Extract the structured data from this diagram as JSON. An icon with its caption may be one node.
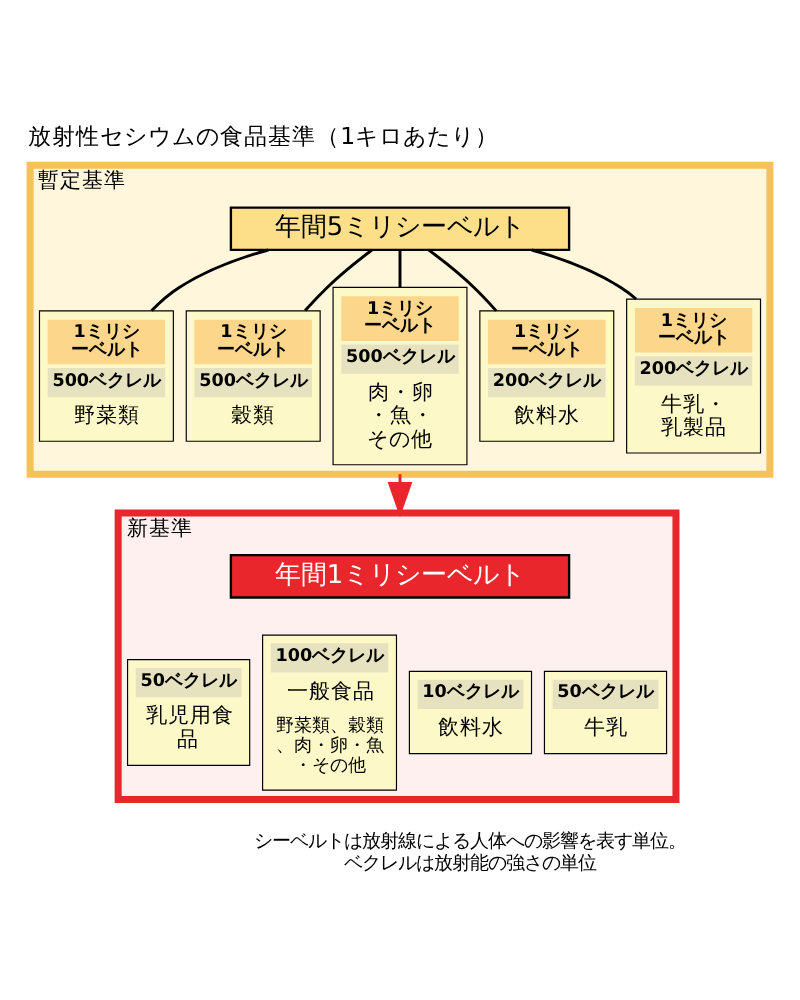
{
  "diagram": {
    "title": "放射性セシウムの食品基準（1キロあたり）",
    "caption": "シーベルトは放射線による人体への影響を表す単位。ベクレルは放射能の強さの単位",
    "nodes": [
      {
        "text": [
          "暫定基準"
        ]
      },
      {
        "text": [
          "年間5ミリシーベルト"
        ],
        "in": 0
      },
      {
        "text": [
          "1ミリシーベルト",
          "500ベクレル",
          "野菜類"
        ],
        "in": 0
      },
      {
        "text": [
          "1ミリシーベルト",
          "500ベクレル",
          "穀類"
        ],
        "in": 0
      },
      {
        "text": [
          "1ミリシーベルト",
          "500ベクレル",
          "肉・卵・魚・その他"
        ],
        "in": 0
      },
      {
        "text": [
          "1ミリシーベルト",
          "200ベクレル",
          "飲料水"
        ],
        "in": 0
      },
      {
        "text": [
          "1ミリシーベルト",
          "200ベクレル",
          "牛乳・乳製品"
        ],
        "in": 0
      },
      {
        "text": [
          "新基準"
        ]
      },
      {
        "text": [
          "年間1ミリシーベルト"
        ],
        "in": 7
      },
      {
        "text": [
          "50ベクレル",
          "乳児用食品"
        ],
        "in": 7
      },
      {
        "text": [
          "100ベクレル",
          "一般食品",
          "野菜類、穀類、肉・卵・魚・その他"
        ],
        "in": 7
      },
      {
        "text": [
          "10ベクレル",
          "飲料水"
        ],
        "in": 7
      },
      {
        "text": [
          "50ベクレル",
          "牛乳"
        ],
        "in": 7
      }
    ],
    "edges": [
      {
        "from": 1,
        "to": 2,
        "arrow": "none"
      },
      {
        "from": 1,
        "to": 3,
        "arrow": "none"
      },
      {
        "from": 1,
        "to": 4,
        "arrow": "none"
      },
      {
        "from": 1,
        "to": 5,
        "arrow": "none"
      },
      {
        "from": 1,
        "to": 6,
        "arrow": "none"
      },
      {
        "from": 0,
        "to": 7,
        "arrow": "to",
        "color": "#e8262b"
      }
    ]
  }
}
